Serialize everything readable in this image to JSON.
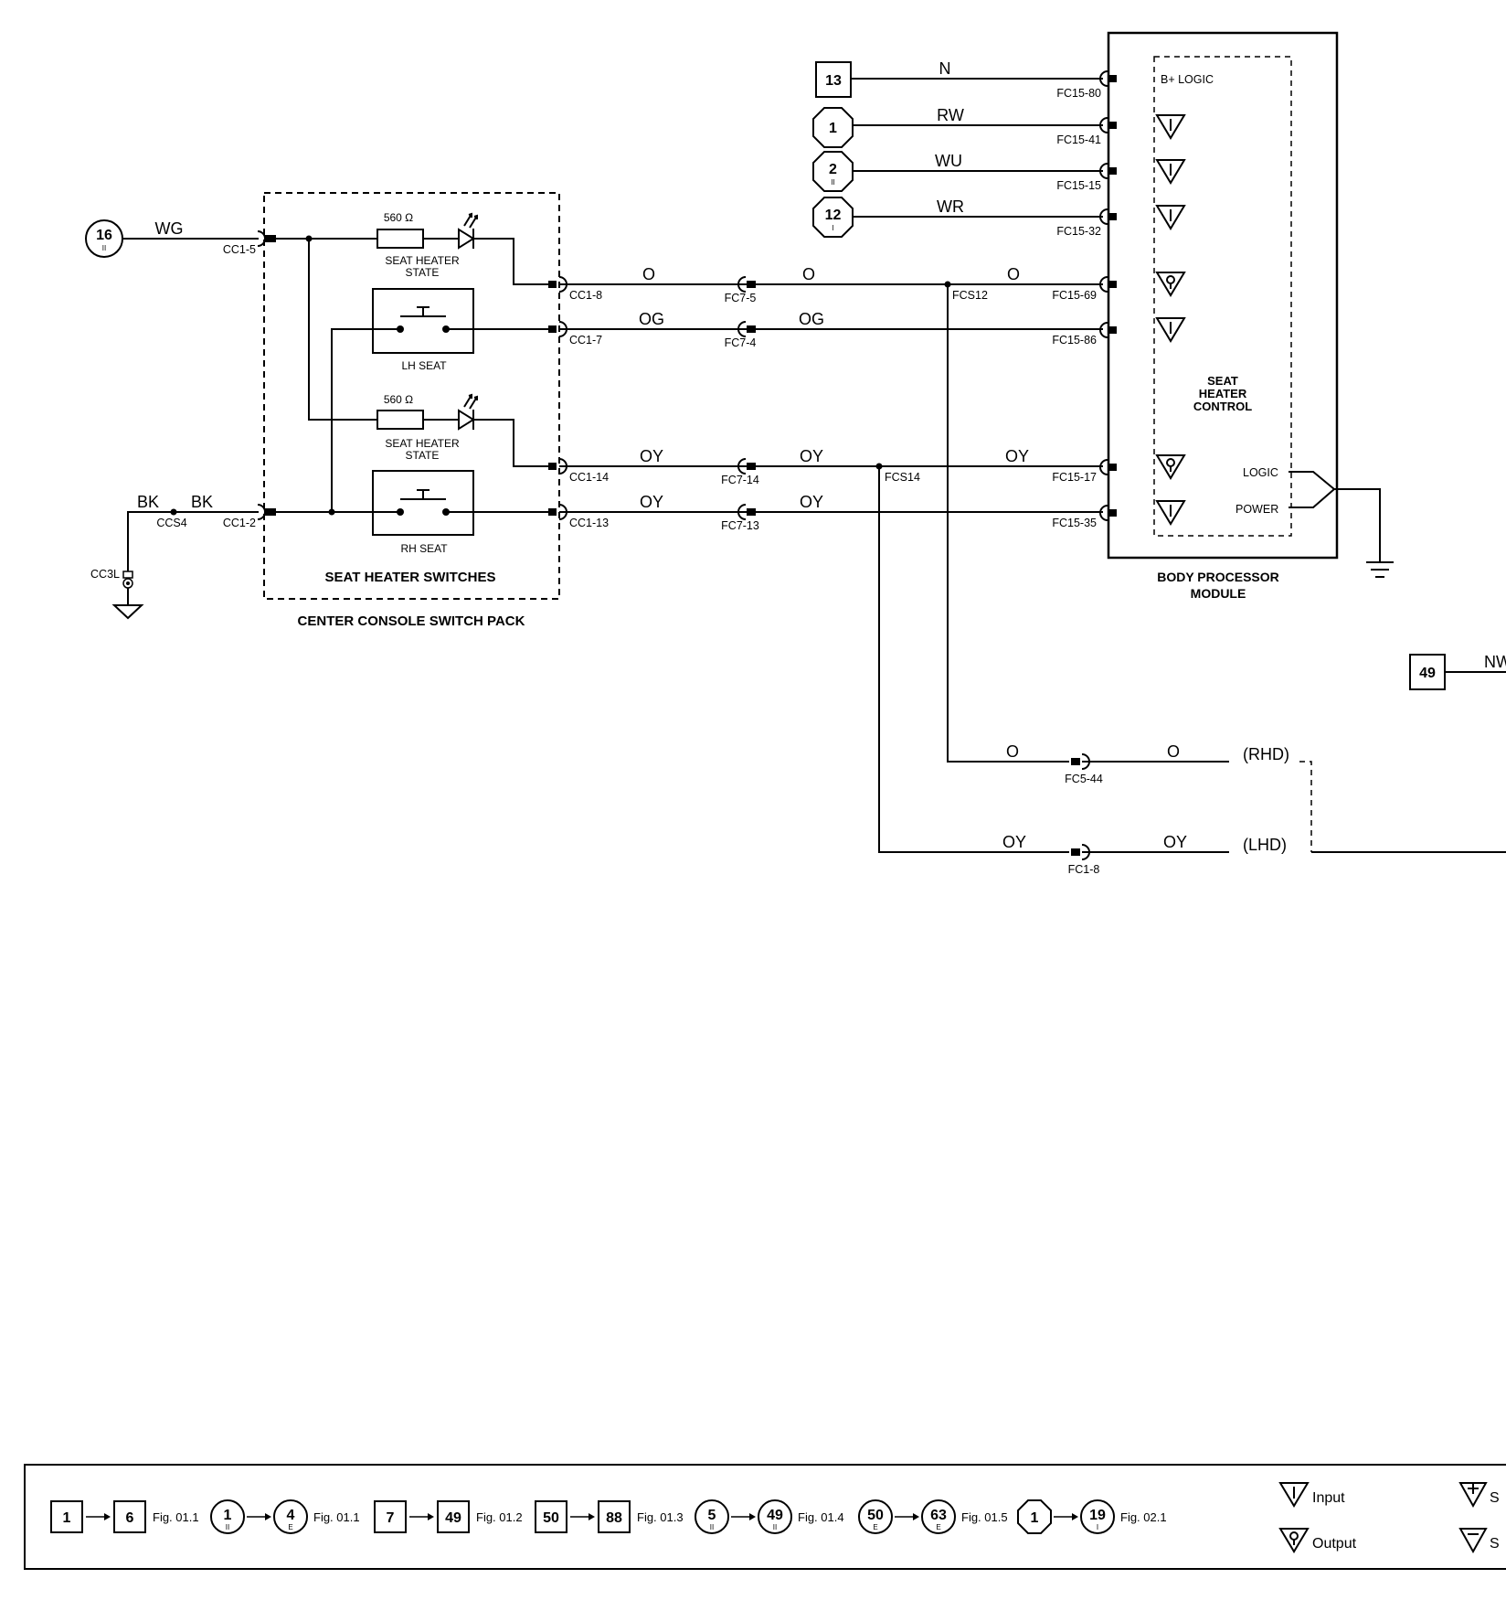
{
  "wires": {
    "n": "N",
    "rw": "RW",
    "wu": "WU",
    "wr": "WR",
    "wg": "WG",
    "o": "O",
    "og": "OG",
    "oy": "OY",
    "bk": "BK",
    "nw": "NW"
  },
  "refs": {
    "r13": "13",
    "r1": "1",
    "r2": "2",
    "r12": "12",
    "r16": "16",
    "r49": "49"
  },
  "connectors": {
    "fc15_80": "FC15-80",
    "fc15_41": "FC15-41",
    "fc15_15": "FC15-15",
    "fc15_32": "FC15-32",
    "fc15_69": "FC15-69",
    "fc15_86": "FC15-86",
    "fc15_17": "FC15-17",
    "fc15_35": "FC15-35",
    "cc1_5": "CC1-5",
    "cc1_8": "CC1-8",
    "cc1_7": "CC1-7",
    "cc1_14": "CC1-14",
    "cc1_13": "CC1-13",
    "cc1_2": "CC1-2",
    "fc7_5": "FC7-5",
    "fc7_4": "FC7-4",
    "fc7_14": "FC7-14",
    "fc7_13": "FC7-13",
    "fcs12": "FCS12",
    "fcs14": "FCS14",
    "ccs4": "CCS4",
    "cc3l": "CC3L",
    "fc5_44": "FC5-44",
    "fc1_8": "FC1-8"
  },
  "components": {
    "resistor_value": "560 Ω",
    "seat_heater_state": [
      "SEAT HEATER",
      "STATE"
    ],
    "lh_seat": "LH SEAT",
    "rh_seat": "RH SEAT",
    "switches_label": "SEAT HEATER SWITCHES",
    "switch_pack_label": "CENTER CONSOLE SWITCH PACK",
    "bpm_label": [
      "BODY PROCESSOR",
      "MODULE"
    ],
    "shc_label": [
      "SEAT",
      "HEATER",
      "CONTROL"
    ],
    "b_logic": "B+ LOGIC",
    "logic": "LOGIC",
    "power": "POWER"
  },
  "variants": {
    "rhd": "(RHD)",
    "lhd": "(LHD)"
  },
  "legend": {
    "items": [
      {
        "from": "1",
        "to": "6",
        "fig": "Fig. 01.1"
      },
      {
        "from": "1",
        "from_sub": "II",
        "to": "4",
        "to_sub": "E",
        "fig": "Fig. 01.1"
      },
      {
        "from": "7",
        "to": "49",
        "fig": "Fig. 01.2"
      },
      {
        "from": "50",
        "to": "88",
        "fig": "Fig. 01.3"
      },
      {
        "from": "5",
        "from_sub": "II",
        "to": "49",
        "to_sub": "II",
        "fig": "Fig. 01.4"
      },
      {
        "from": "50",
        "from_sub": "E",
        "to": "63",
        "to_sub": "E",
        "fig": "Fig. 01.5"
      },
      {
        "from": "1",
        "to": "19",
        "to_sub": "I",
        "fig": "Fig. 02.1"
      }
    ],
    "input": "Input",
    "output": "Output",
    "s1": "S",
    "s2": "S"
  }
}
